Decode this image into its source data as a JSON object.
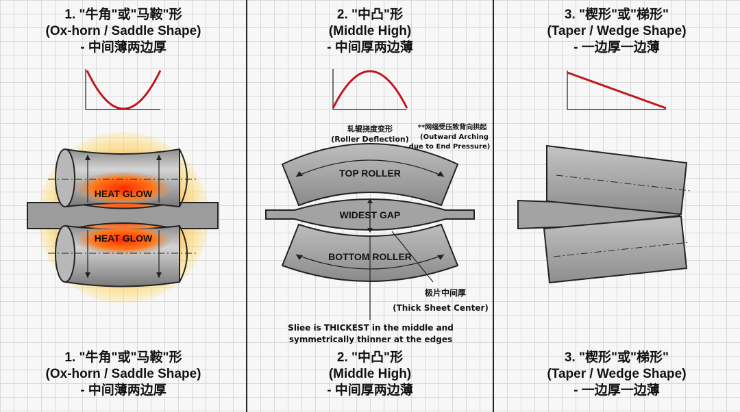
{
  "panels": [
    {
      "title_line1": "1. \"牛角\"或\"马鞍\"形",
      "title_line2": "(Ox-horn / Saddle Shape)",
      "title_line3": "- 中间薄两边厚",
      "roller_top_label": "HEAT GLOW",
      "roller_bottom_label": "HEAT GLOW",
      "bottom_line1": "1. \"牛角\"或\"马鞍\"形",
      "bottom_line2": "(Ox-horn / Saddle Shape)",
      "bottom_line3": "- 中间薄两边厚"
    },
    {
      "title_line1": "2. \"中凸\"形",
      "title_line2": "(Middle High)",
      "title_line3": "- 中间厚两边薄",
      "deflection_cn": "轧辊挠度变形",
      "deflection_en": "(Roller Deflection)",
      "arching_cn": "**网缁受压致背向拱起",
      "arching_en1": "(Outward Arching",
      "arching_en2": "due to End Pressure)",
      "top_roller": "TOP ROLLER",
      "gap_label": "WIDEST GAP",
      "bottom_roller": "BOTTOM ROLLER",
      "thick_cn": "极片中间厚",
      "thick_en": "(Thick Sheet Center)",
      "slice_note1": "Sliee is THICKEST in the middle and",
      "slice_note2": "symmetrically thinner at the edges",
      "bottom_line1": "2. \"中凸\"形",
      "bottom_line2": "(Middle High)",
      "bottom_line3": "- 中间厚两边薄"
    },
    {
      "title_line1": "3. \"楔形\"或\"梯形\"",
      "title_line2": "(Taper / Wedge Shape)",
      "title_line3": "- 一边厚一边薄",
      "bottom_line1": "3. \"楔形\"或\"梯形\"",
      "bottom_line2": "(Taper / Wedge Shape)",
      "bottom_line3": "- 一边厚一边薄"
    }
  ],
  "colors": {
    "curve": "#c0161c",
    "roller_fill": "#a9a9a9",
    "glow": "#ff6a00",
    "line": "#222222"
  }
}
